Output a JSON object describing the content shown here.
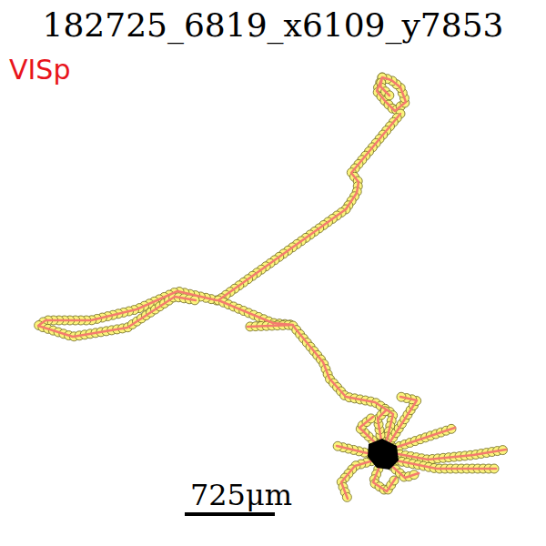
{
  "diagram": {
    "title": "182725_6819_x6109_y7853",
    "labels": [
      "VISp",
      "725μm"
    ]
  }
}
